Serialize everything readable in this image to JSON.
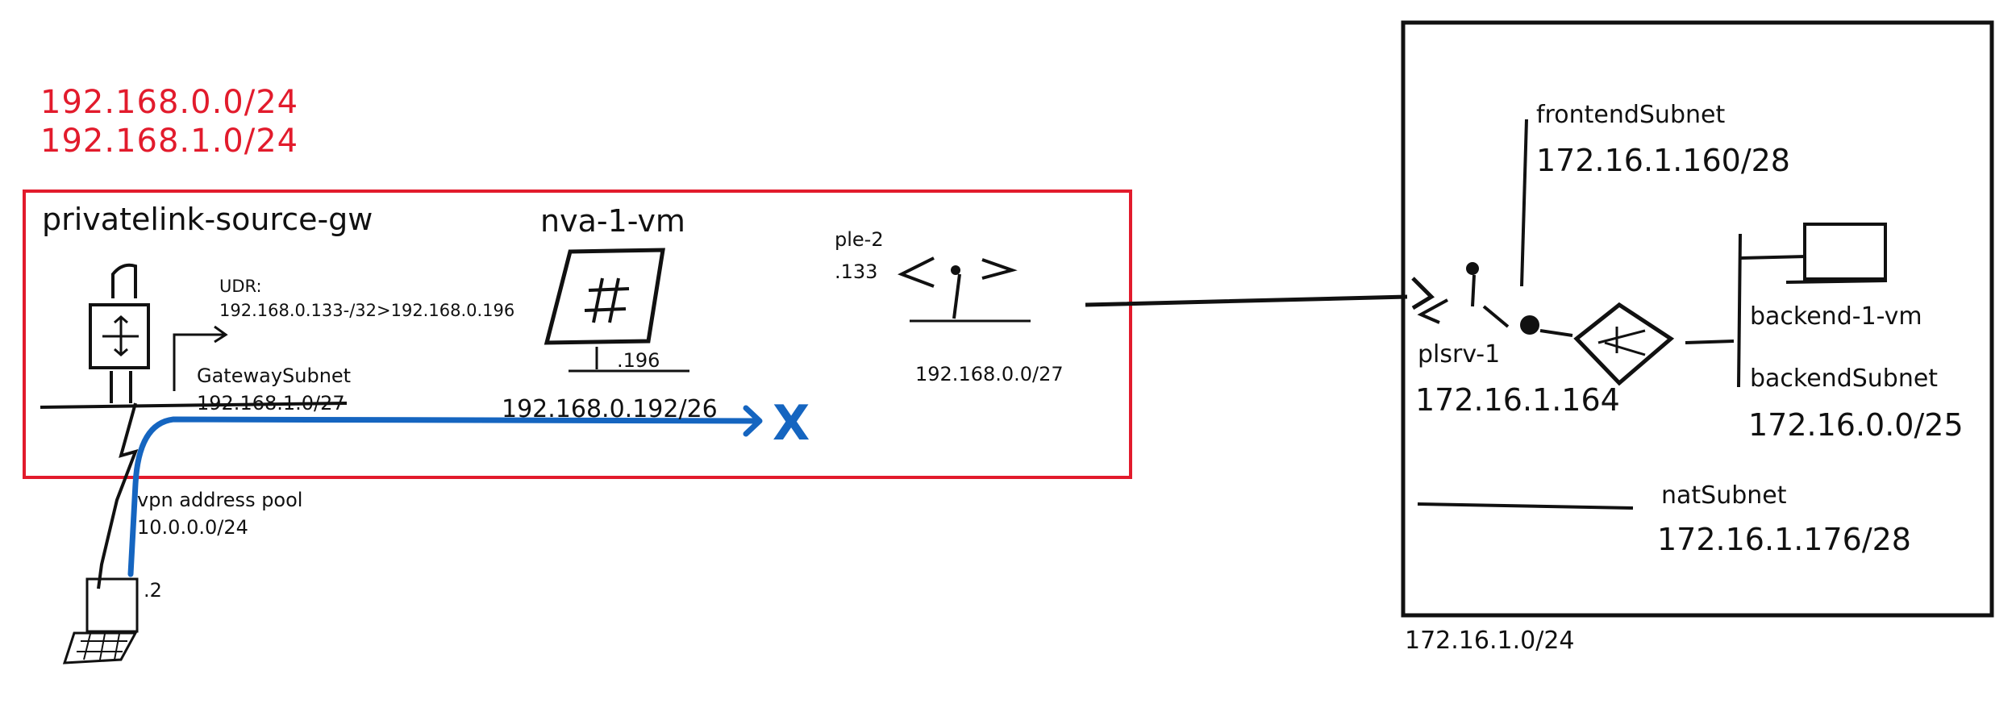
{
  "source": {
    "address_spaces": [
      "192.168.0.0/24",
      "192.168.1.0/24"
    ],
    "gateway": {
      "name": "privatelink-source-gw",
      "udr_title": "UDR:",
      "udr_route": "192.168.0.133-/32>192.168.0.196",
      "subnet_name": "GatewaySubnet",
      "subnet_prefix": "192.168.1.0/27"
    },
    "nva": {
      "name": "nva-1-vm",
      "ip_suffix": ".196",
      "subnet_prefix": "192.168.0.192/26"
    },
    "pe": {
      "name": "ple-2",
      "ip_suffix": ".133",
      "subnet_prefix": "192.168.0.0/27"
    },
    "client": {
      "pool_label": "vpn address pool",
      "pool_prefix": "10.0.0.0/24",
      "ip_suffix": ".2"
    },
    "blocked_mark": "X"
  },
  "destination": {
    "vnet_prefix": "172.16.1.0/24",
    "frontend_subnet": "frontendSubnet",
    "frontend_prefix": "172.16.1.160/28",
    "pls_name": "plsrv-1",
    "pls_ip": "172.16.1.164",
    "backend_vm": "backend-1-vm",
    "backend_subnet": "backendSubnet",
    "backend_prefix": "172.16.0.0/25",
    "nat_subnet": "natSubnet",
    "nat_prefix": "172.16.1.176/28"
  },
  "colors": {
    "source_vnet_border": "#e21b2c",
    "dest_vnet_border": "#111111",
    "vpn_path": "#1565c0",
    "ink": "#111111"
  }
}
